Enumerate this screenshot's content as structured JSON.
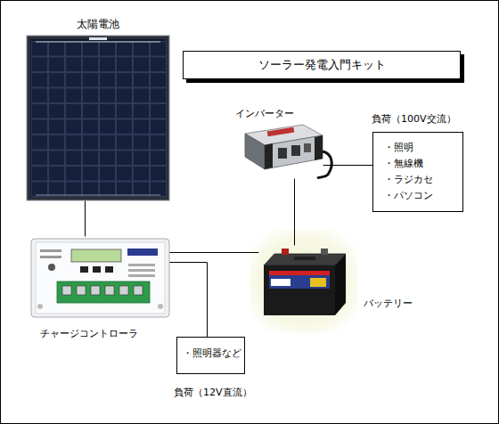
{
  "diagram": {
    "title": "ソーラー発電入門キット",
    "nodes": [
      {
        "text": [
          "太陽電池"
        ]
      },
      {
        "text": [
          "インバーター"
        ]
      },
      {
        "text": [
          "負荷（100V交流）",
          "・照明",
          "・無線機",
          "・ラジカセ",
          "・パソコン"
        ]
      },
      {
        "text": [
          "チャージコントローラ"
        ]
      },
      {
        "text": [
          "バッテリー"
        ]
      },
      {
        "text": [
          "・照明器など",
          "負荷（12V直流）"
        ]
      }
    ],
    "edges": [
      {
        "from": 0,
        "to": 3,
        "arrow": "none"
      },
      {
        "from": 3,
        "to": 4,
        "arrow": "none"
      },
      {
        "from": 3,
        "to": 5,
        "arrow": "none"
      },
      {
        "from": 4,
        "to": 1,
        "arrow": "none"
      },
      {
        "from": 1,
        "to": 2,
        "arrow": "none"
      }
    ]
  }
}
